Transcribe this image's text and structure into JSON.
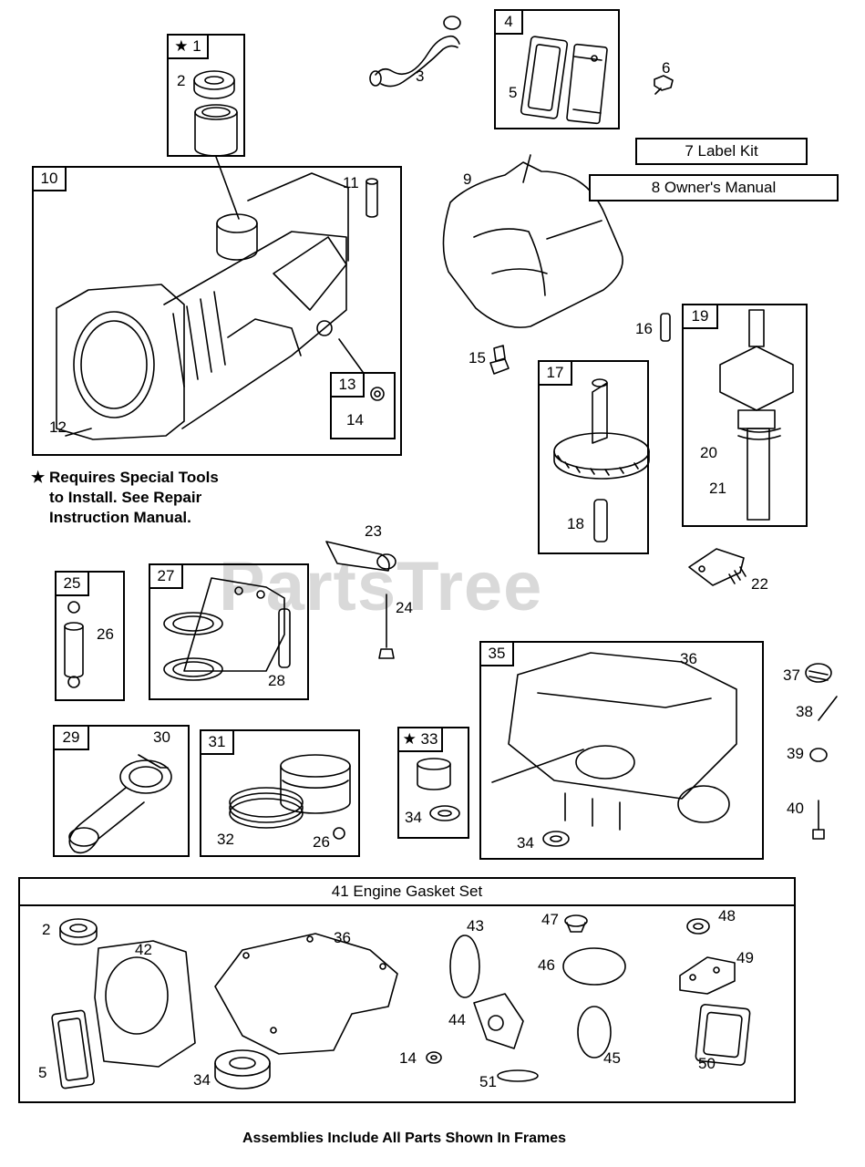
{
  "watermark": "PartsTree",
  "kits": {
    "label_kit": "7  Label Kit",
    "owners_manual": "8  Owner's Manual",
    "gasket_set": "41  Engine Gasket Set"
  },
  "note": {
    "star": "★",
    "line1": "Requires Special Tools",
    "line2": "to Install. See Repair",
    "line3": "Instruction Manual."
  },
  "footer": "Assemblies Include All Parts Shown In Frames",
  "frames": {
    "f1": "★ 1",
    "f4": "4",
    "f10": "10",
    "f13": "13",
    "f17": "17",
    "f19": "19",
    "f25": "25",
    "f27": "27",
    "f29": "29",
    "f31": "31",
    "f33": "★ 33",
    "f35": "35"
  },
  "callouts": {
    "c2": "2",
    "c3": "3",
    "c5": "5",
    "c6": "6",
    "c9": "9",
    "c11": "11",
    "c12": "12",
    "c14": "14",
    "c15": "15",
    "c16": "16",
    "c18": "18",
    "c20": "20",
    "c21": "21",
    "c22": "22",
    "c23": "23",
    "c24": "24",
    "c26a": "26",
    "c26b": "26",
    "c28": "28",
    "c30": "30",
    "c32": "32",
    "c34a": "34",
    "c34b": "34",
    "c36": "36",
    "c37": "37",
    "c38": "38",
    "c39": "39",
    "c40": "40",
    "g2": "2",
    "g42": "42",
    "g36": "36",
    "g43": "43",
    "g47": "47",
    "g48": "48",
    "g46": "46",
    "g49": "49",
    "g44": "44",
    "g45": "45",
    "g14": "14",
    "g51": "51",
    "g50": "50",
    "g5": "5",
    "g34": "34"
  }
}
